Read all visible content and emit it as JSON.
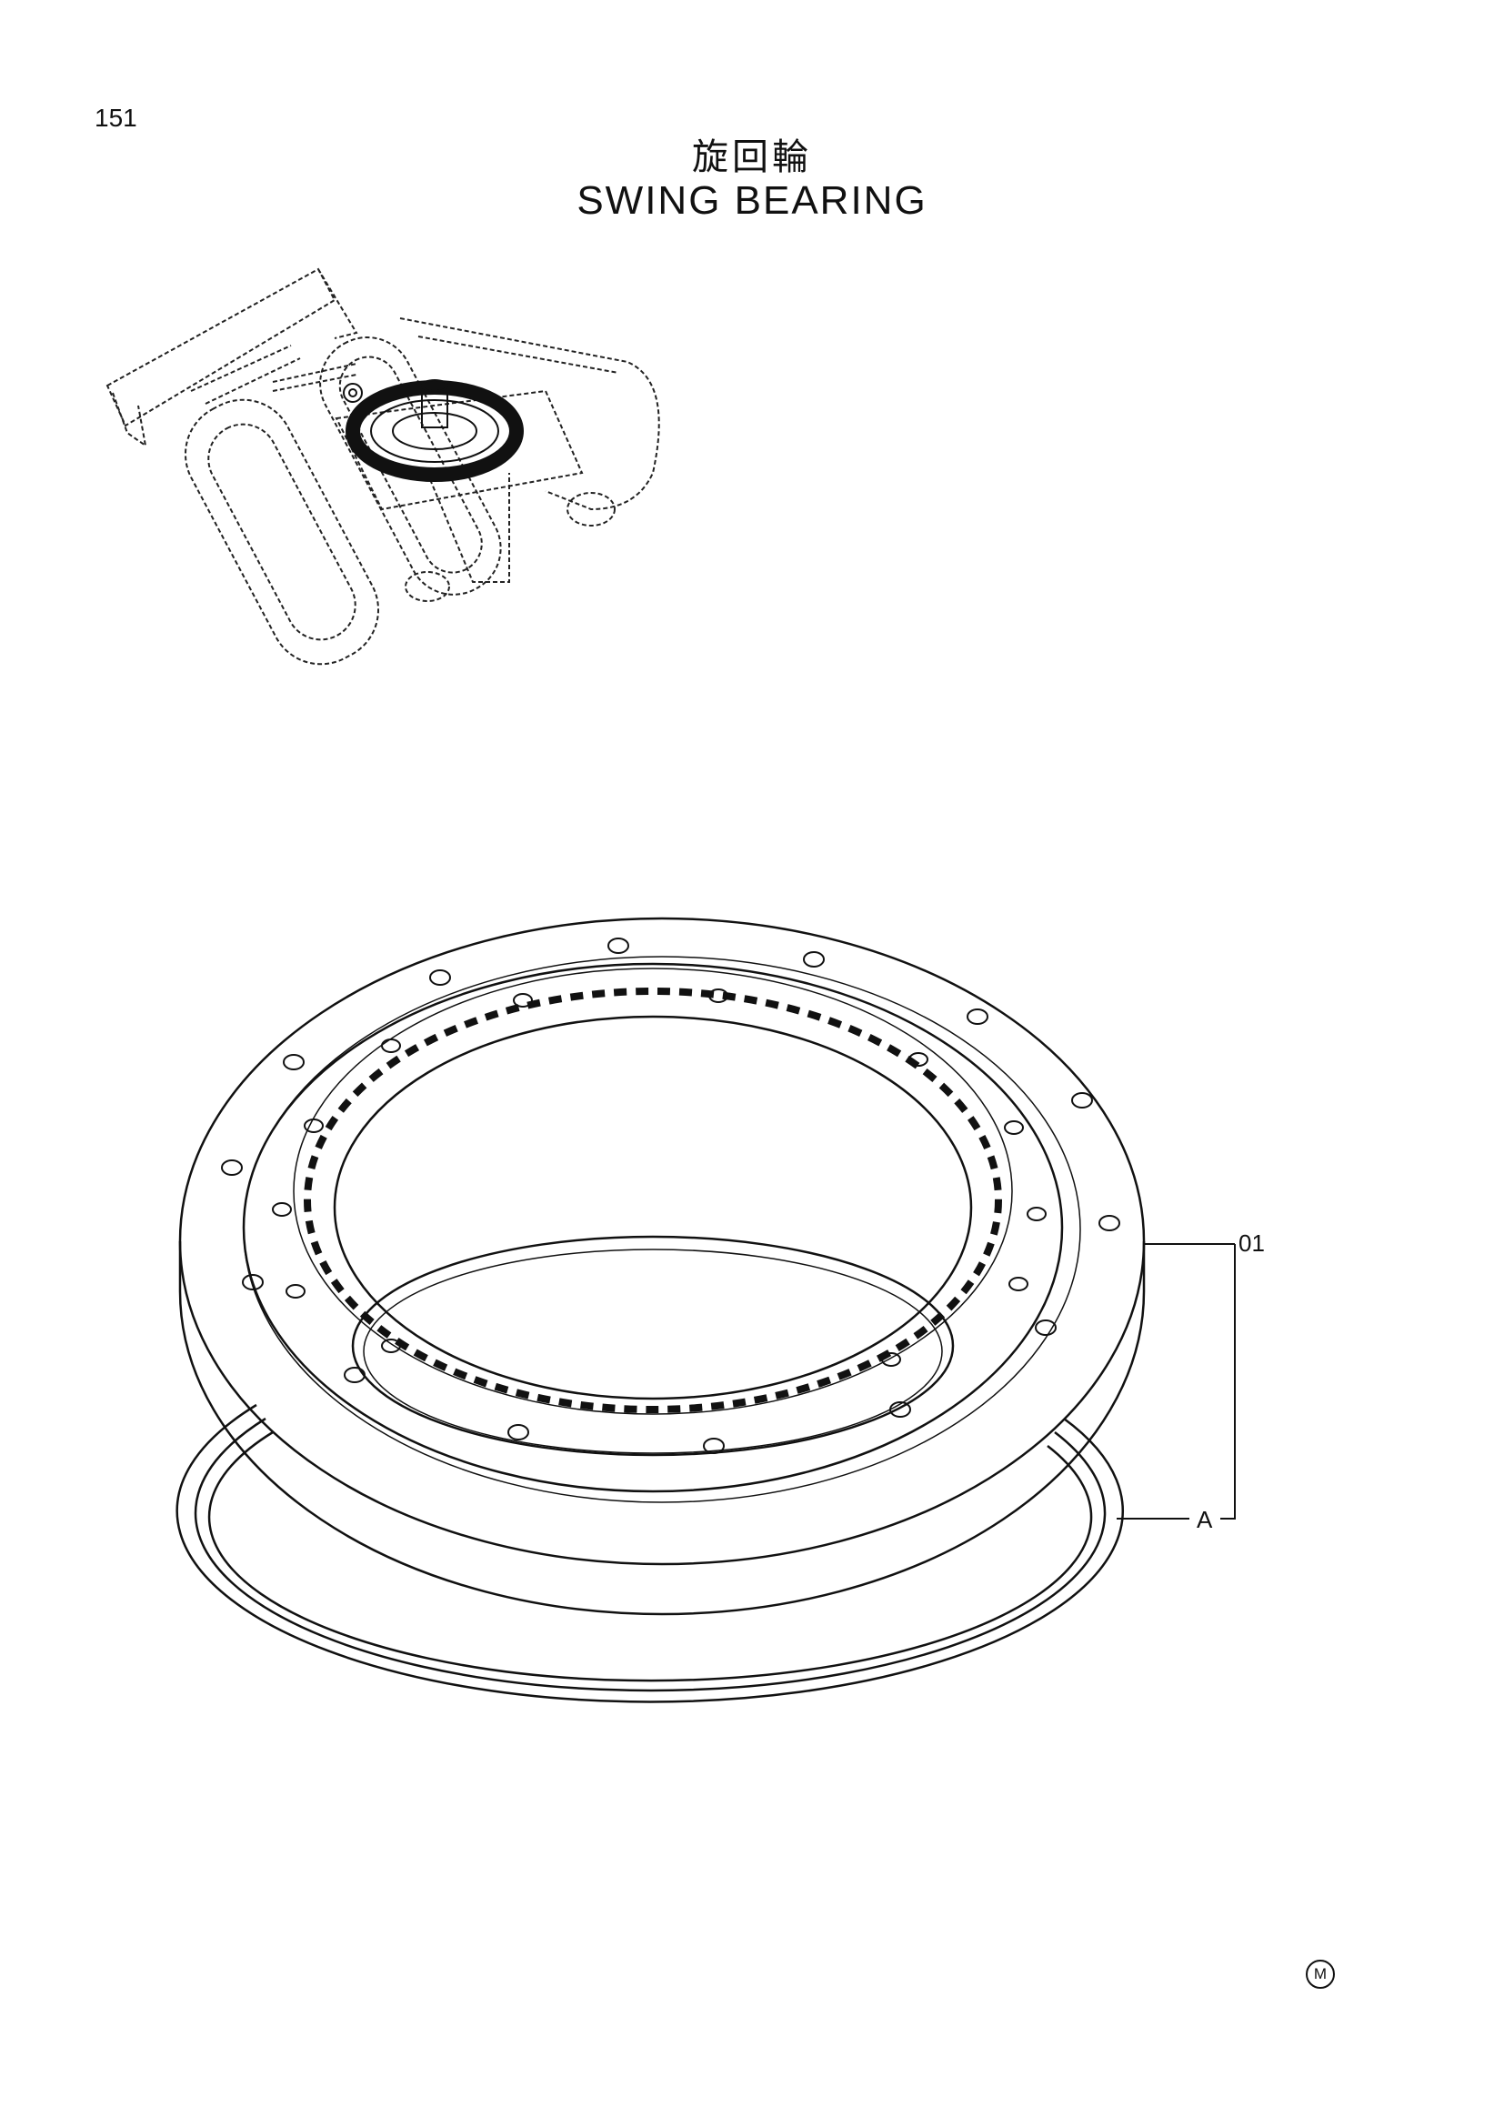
{
  "page": {
    "number": "151"
  },
  "title": {
    "japanese": "旋回輪",
    "english": "SWING BEARING"
  },
  "callouts": [
    {
      "id": "01",
      "label": "01"
    },
    {
      "id": "A",
      "label": "A"
    }
  ],
  "footer": {
    "mark": "M"
  }
}
